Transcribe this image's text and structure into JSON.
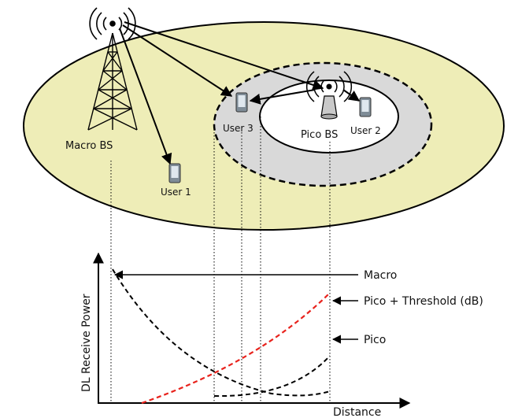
{
  "labels": {
    "macro_bs": "Macro BS",
    "pico_bs": "Pico BS",
    "user1": "User 1",
    "user2": "User 2",
    "user3": "User 3"
  },
  "chart": {
    "ylabel": "DL Receive Power",
    "xlabel": "Distance",
    "legend_macro": "Macro",
    "legend_pico_threshold": "Pico + Threshold (dB)",
    "legend_pico": "Pico"
  },
  "colors": {
    "macro_cell": "#eeedb7",
    "range_extension": "#d9d9d9",
    "pico_cell": "#ffffff",
    "pico_threshold_curve": "#e8221c",
    "curve": "#000000"
  }
}
